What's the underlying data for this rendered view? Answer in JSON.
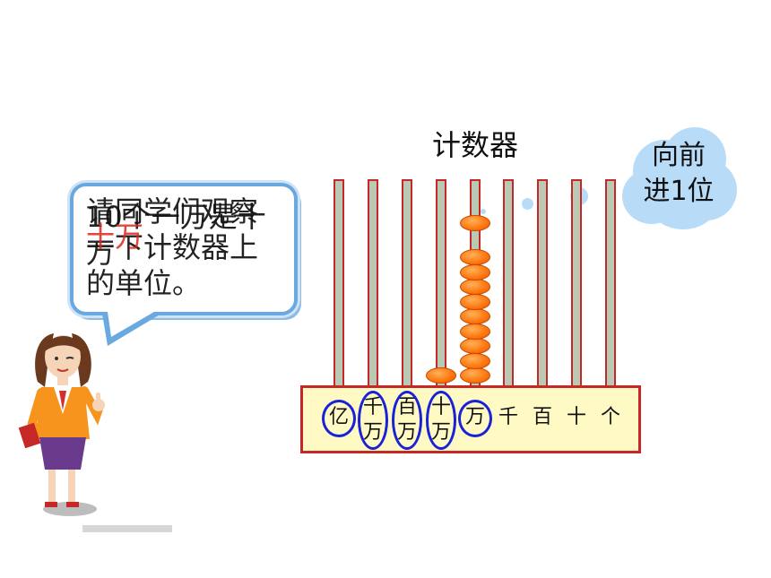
{
  "title": "计数器",
  "bubble": {
    "text_a": "请同学们观察一下计数器上的单位。",
    "text_b": "10个一万是十万",
    "text_c": "十万"
  },
  "cloud": {
    "line1": "向前",
    "line2": "进1位"
  },
  "places": [
    {
      "label": "亿",
      "circled": true
    },
    {
      "label": "千万",
      "circled": true
    },
    {
      "label": "百万",
      "circled": true
    },
    {
      "label": "十万",
      "circled": true
    },
    {
      "label": "万",
      "circled": true
    },
    {
      "label": "千",
      "circled": false
    },
    {
      "label": "百",
      "circled": false
    },
    {
      "label": "十",
      "circled": false
    },
    {
      "label": "个",
      "circled": false
    }
  ],
  "bead_counts": [
    0,
    0,
    0,
    1,
    10,
    0,
    0,
    0,
    0
  ],
  "colors": {
    "bead": "#ff7a12",
    "frame": "#c62828",
    "ring": "#1a22d8",
    "cloud": "#b8dcf7",
    "bubble_border": "#6aa8e0"
  }
}
